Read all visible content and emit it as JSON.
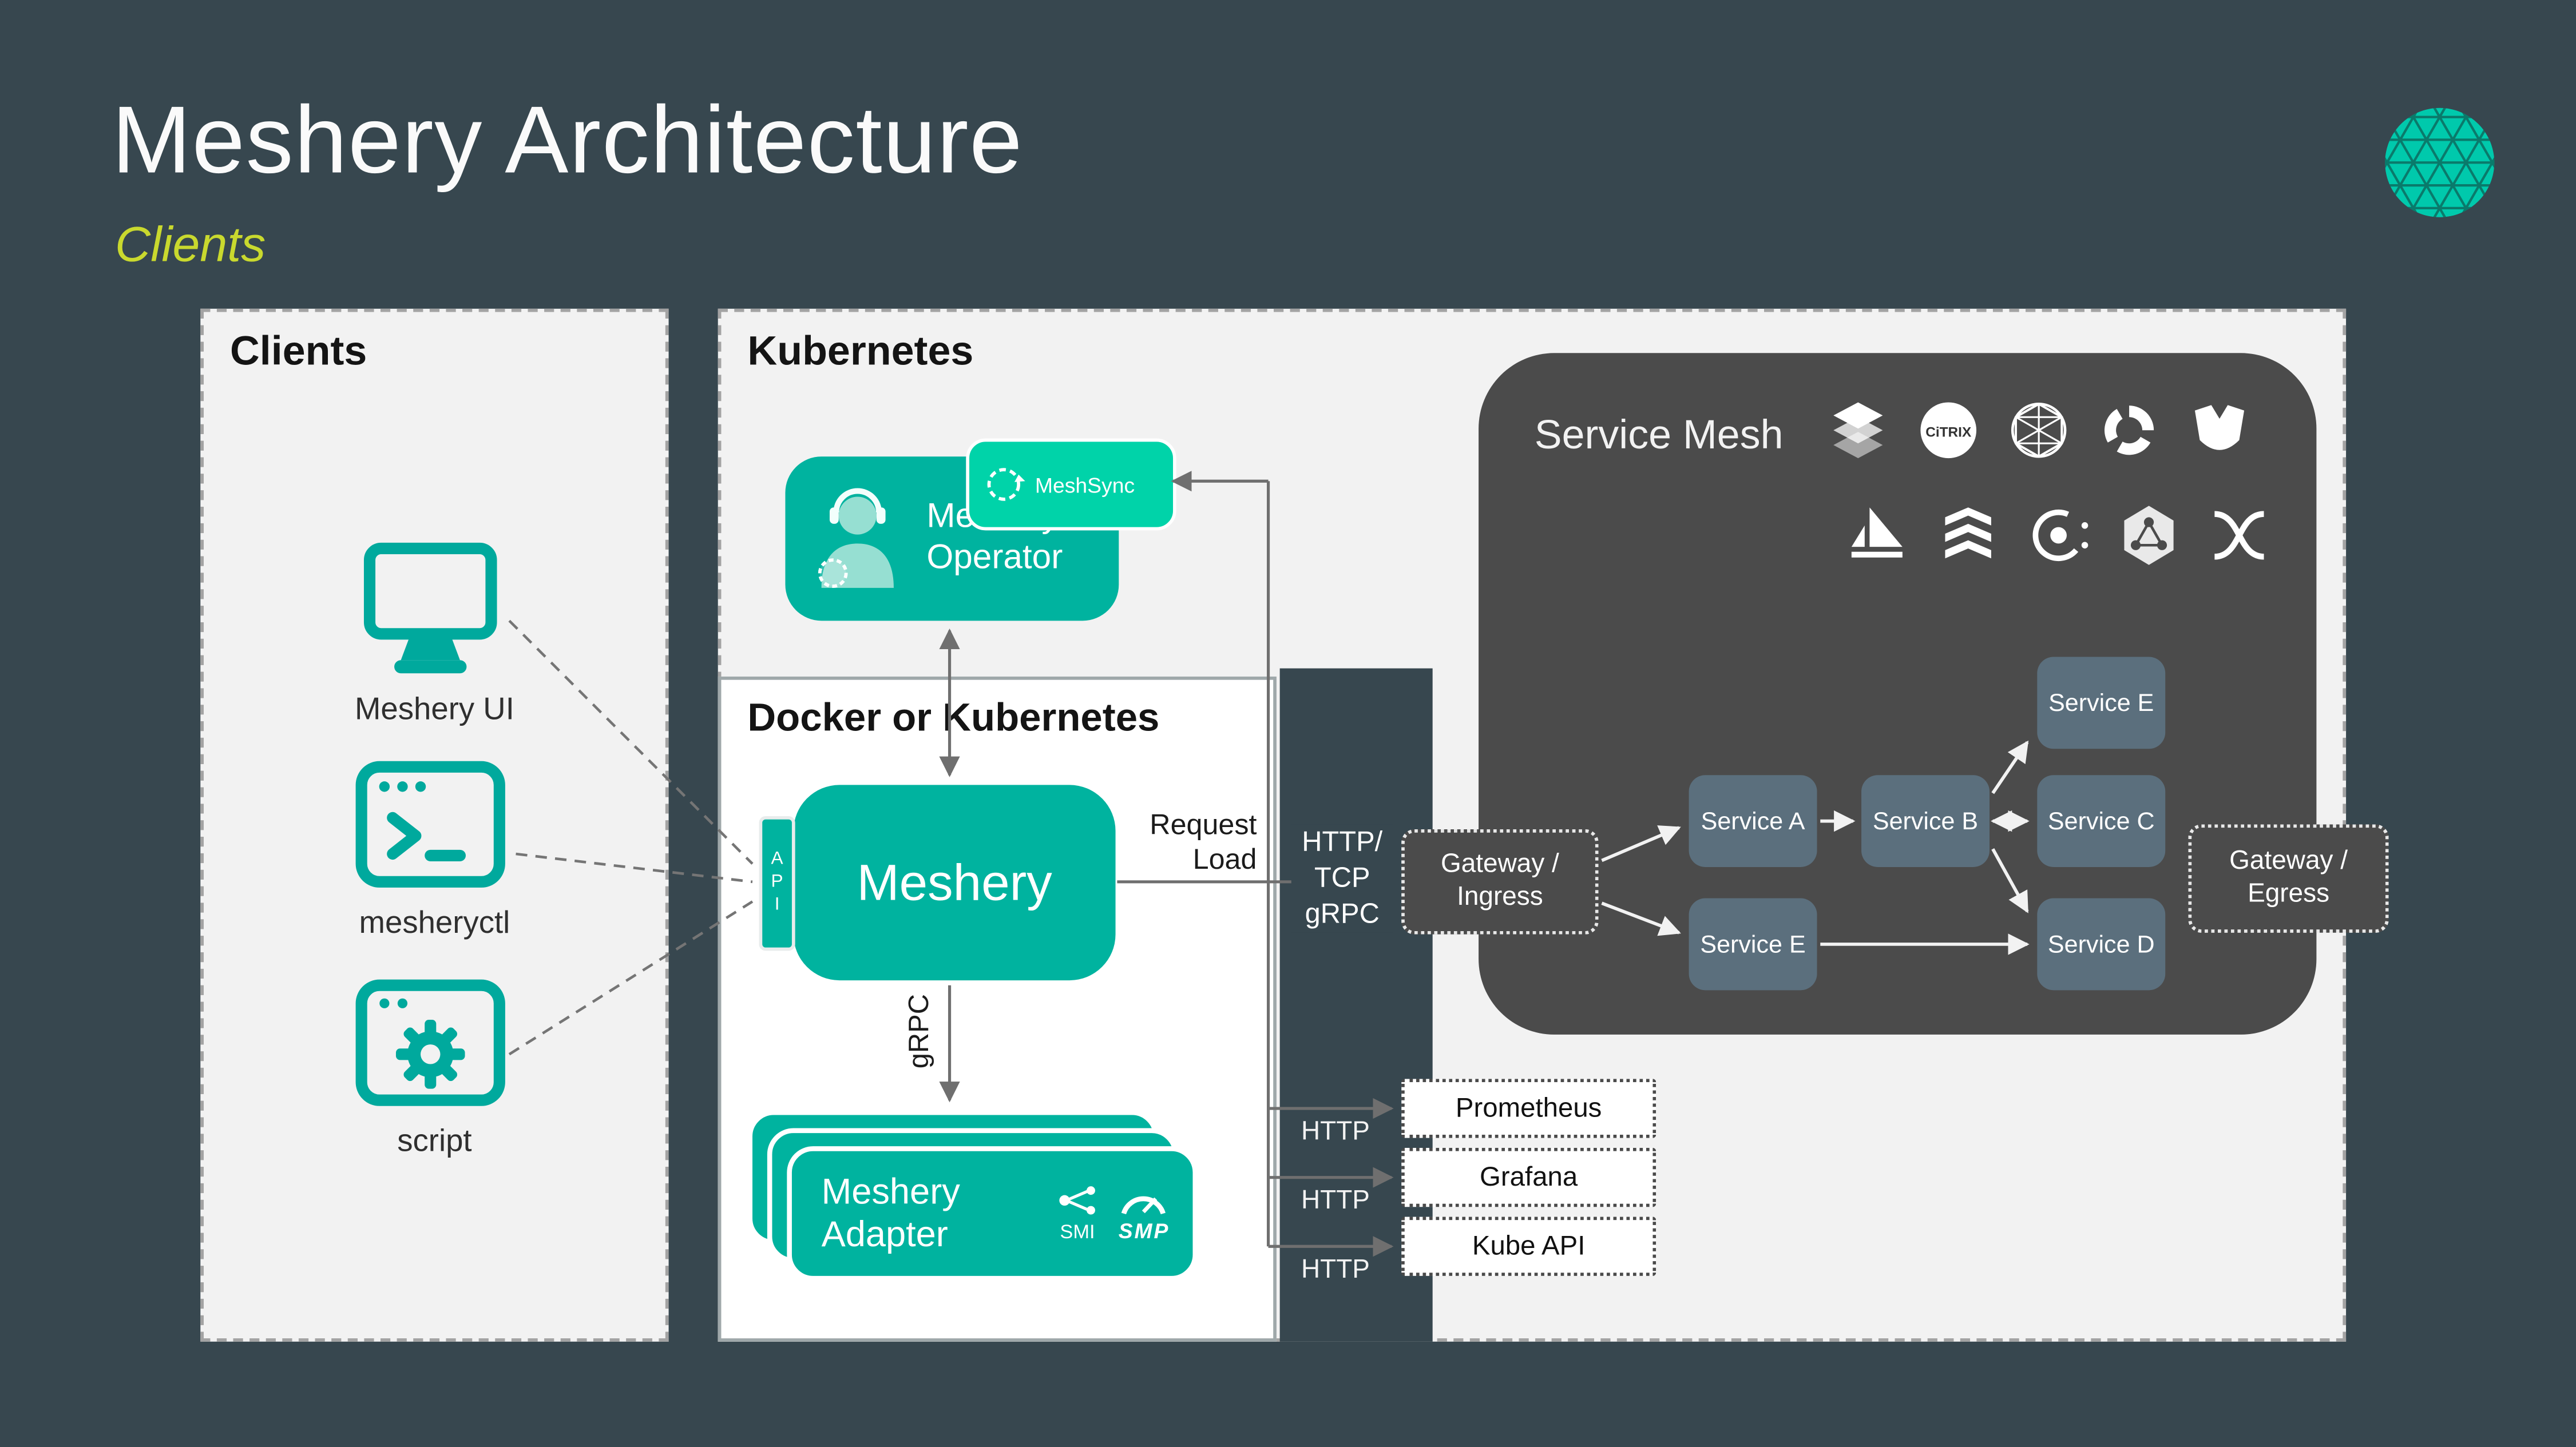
{
  "slide": {
    "title": "Meshery Architecture",
    "subtitle": "Clients"
  },
  "clients_panel": {
    "label": "Clients",
    "items": [
      {
        "label": "Meshery UI",
        "icon": "monitor-icon"
      },
      {
        "label": "mesheryctl",
        "icon": "terminal-icon"
      },
      {
        "label": "script",
        "icon": "gear-window-icon"
      }
    ]
  },
  "kubernetes_panel": {
    "label": "Kubernetes"
  },
  "docker_panel": {
    "label": "Docker or Kubernetes"
  },
  "nodes": {
    "meshery": {
      "label": "Meshery",
      "api": "API"
    },
    "operator": {
      "label": "Meshery\nOperator"
    },
    "meshsync": {
      "label": "MeshSync"
    },
    "adapter": {
      "label": "Meshery\nAdapter",
      "smi": "SMI",
      "smp": "SMP"
    }
  },
  "service_mesh": {
    "label": "Service Mesh",
    "citrix_text": "CiTRIX",
    "services": [
      {
        "label": "Service A"
      },
      {
        "label": "Service B"
      },
      {
        "label": "Service C"
      },
      {
        "label": "Service E"
      },
      {
        "label": "Service E"
      },
      {
        "label": "Service D"
      }
    ],
    "gateway_ingress": "Gateway /\nIngress",
    "gateway_egress": "Gateway /\nEgress"
  },
  "endpoints": [
    {
      "label": "Prometheus"
    },
    {
      "label": "Grafana"
    },
    {
      "label": "Kube API"
    }
  ],
  "edge_labels": {
    "request_load": "Request\nLoad",
    "protocols": "HTTP/\nTCP\ngRPC",
    "grpc": "gRPC",
    "http_prometheus": "HTTP",
    "http_grafana": "HTTP",
    "http_kube": "HTTP"
  },
  "colors": {
    "background": "#37474F",
    "accent": "#00B39F",
    "accent_bright": "#00D3A9",
    "panel": "#F2F2F2",
    "mesh_box": "#4B4B4B",
    "service_node": "#5B6F7D",
    "subtitle": "#C9D92E"
  }
}
